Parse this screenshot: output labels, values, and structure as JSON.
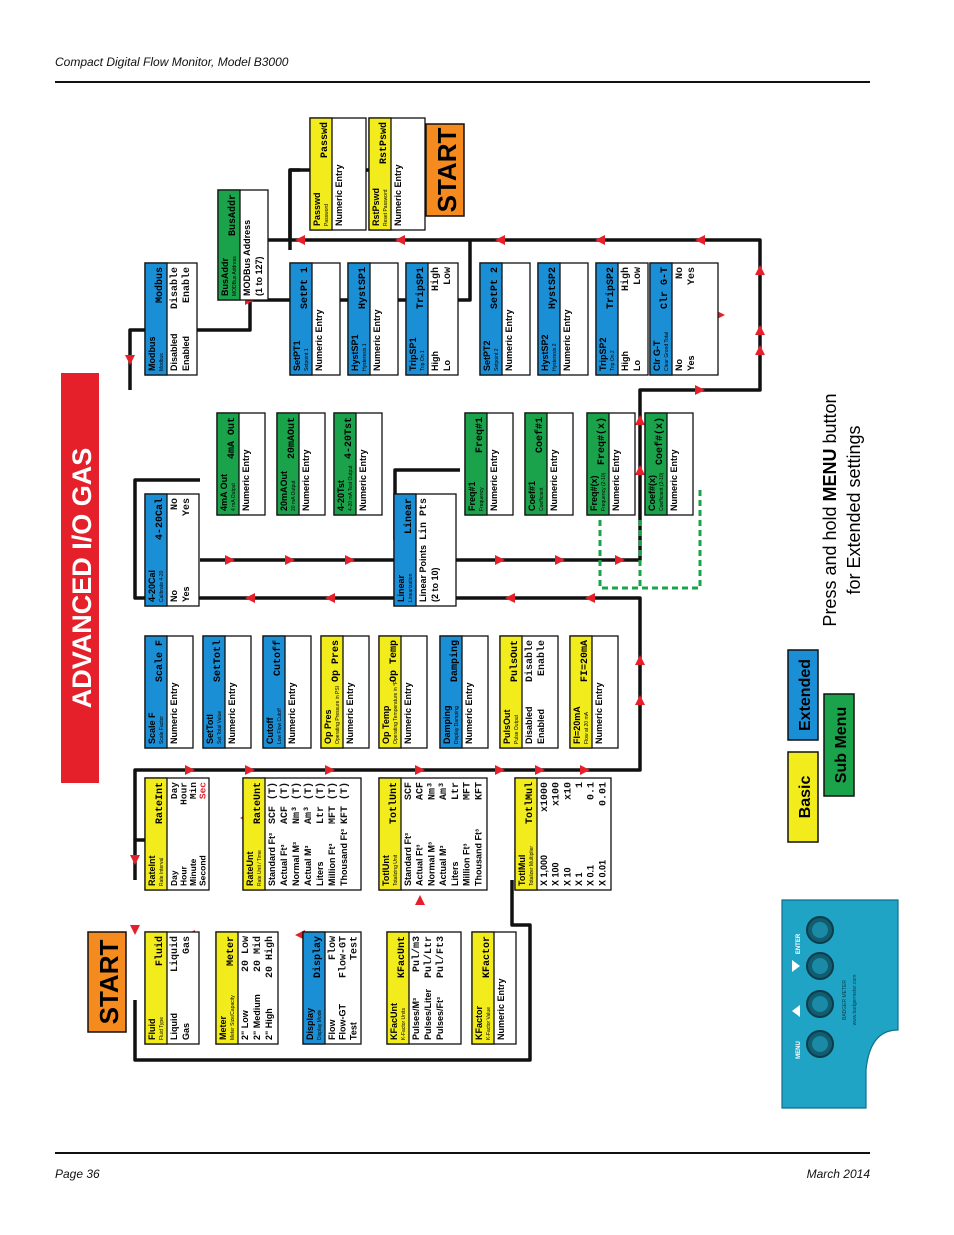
{
  "header": {
    "title": "Compact Digital Flow Monitor, Model B3000"
  },
  "footer": {
    "page": "Page 36",
    "date": "March 2014"
  },
  "banner": {
    "title": "ADVANCED I/O GAS"
  },
  "start_label": "START",
  "instruction": {
    "line1_pre": "Press and hold ",
    "line1_bold": "MENU",
    "line1_post": " button",
    "line2": "for Extended settings"
  },
  "legend": {
    "basic": "Basic",
    "sub_menu": "Sub Menu",
    "extended": "Extended"
  },
  "keypad": {
    "menu": "MENU",
    "enter": "ENTER",
    "brand": "BADGER METER",
    "url": "www.badgermeter.com"
  },
  "colors": {
    "basic": "#f3ec1d",
    "sub_menu": "#1aa34a",
    "extended": "#1b8fd6",
    "banner": "#e5202a",
    "start": "#f58a1f",
    "arrow": "#e5202a",
    "keypad": "#20a4c6"
  },
  "menus": [
    {
      "id": "fluid",
      "name": "Fluid",
      "sub": "Fluid Type",
      "lcd": "Fluid",
      "type": "basic",
      "options": [
        "Liquid",
        "Gas"
      ],
      "lcd_options": [
        "Liquid",
        "Gas"
      ]
    },
    {
      "id": "meter",
      "name": "Meter",
      "sub": "Meter Size/Capacity",
      "lcd": "Meter",
      "type": "basic",
      "options": [
        "2\" Low",
        "2\" Medium",
        "2\" High"
      ],
      "lcd_options": [
        "20 Low",
        "20 Mid",
        "20 High"
      ]
    },
    {
      "id": "display",
      "name": "Display",
      "sub": "Display Mode",
      "lcd": "Display",
      "type": "extended",
      "options": [
        "Flow",
        "Flow-GT",
        "Test"
      ],
      "lcd_options": [
        "Flow",
        "Flow-GT",
        "Test"
      ]
    },
    {
      "id": "kfacunt",
      "name": "KFacUnt",
      "sub": "K-Factor Units",
      "lcd": "KFacUnt",
      "type": "basic",
      "options": [
        "Pulses/M³",
        "Pulses/Liter",
        "Pulses/Ft³"
      ],
      "lcd_options": [
        "Pul/m3",
        "Pul/Ltr",
        "Pul/Ft3"
      ]
    },
    {
      "id": "kfactor",
      "name": "KFactor",
      "sub": "K-Factor Value",
      "lcd": "KFactor",
      "type": "basic",
      "options": [
        "Numeric Entry"
      ],
      "lcd_options": []
    },
    {
      "id": "rateint",
      "name": "RateInt",
      "sub": "Rate Interval",
      "lcd": "RateInt",
      "type": "basic",
      "options": [
        "Day",
        "Hour",
        "Minute",
        "Second"
      ],
      "lcd_options": [
        "Day",
        "Hour",
        "Min",
        "Sec"
      ]
    },
    {
      "id": "rateunt",
      "name": "RateUnt",
      "sub": "Rate Unit / Time",
      "lcd": "RateUnt",
      "type": "basic",
      "options": [
        "Standard Ft³",
        "Actual Ft³",
        "Normal M³",
        "Actual M³",
        "Liters",
        "Million Ft³",
        "Thousand Ft³"
      ],
      "lcd_options": [
        "SCF (T)",
        "ACF (T)",
        "Nm³ (T)",
        "Am³ (T)",
        "Ltr (T)",
        "MFT (T)",
        "KFT (T)"
      ]
    },
    {
      "id": "totlunt",
      "name": "TotlUnt",
      "sub": "Totalizing Unit",
      "lcd": "TotlUnt",
      "type": "basic",
      "options": [
        "Standard Ft³",
        "Actual Ft³",
        "Normal M³",
        "Actual M³",
        "Liters",
        "Million Ft³",
        "Thousand Ft³"
      ],
      "lcd_options": [
        "SCF",
        "ACF",
        "Nm³",
        "Am³",
        "Ltr",
        "MFT",
        "KFT"
      ]
    },
    {
      "id": "totlmul",
      "name": "TotlMul",
      "sub": "Totalizer Multiplier",
      "lcd": "TotlMul",
      "type": "basic",
      "options": [
        "X 1,000",
        "X 100",
        "X 10",
        "X 1",
        "X 0.1",
        "X 0.01"
      ],
      "lcd_options": [
        "x1000",
        "x100",
        "x10",
        "1",
        "0.1",
        "0.01"
      ]
    },
    {
      "id": "scalef",
      "name": "Scale F",
      "sub": "Scale Factor",
      "lcd": "Scale F",
      "type": "extended",
      "options": [
        "Numeric Entry"
      ],
      "lcd_options": []
    },
    {
      "id": "settotl",
      "name": "SetTotl",
      "sub": "Set Total Value",
      "lcd": "SetTotl",
      "type": "extended",
      "options": [
        "Numeric Entry"
      ],
      "lcd_options": []
    },
    {
      "id": "cutoff",
      "name": "Cutoff",
      "sub": "Low Flow Cutoff",
      "lcd": "Cutoff",
      "type": "extended",
      "options": [
        "Numeric Entry"
      ],
      "lcd_options": []
    },
    {
      "id": "oppres",
      "name": "Op Pres",
      "sub": "Operating Pressure in PSI",
      "lcd": "Op Pres",
      "type": "basic",
      "options": [
        "Numeric Entry"
      ],
      "lcd_options": []
    },
    {
      "id": "optemp",
      "name": "Op Temp",
      "sub": "Operating Temperature in °F",
      "lcd": "Op Temp",
      "type": "basic",
      "options": [
        "Numeric Entry"
      ],
      "lcd_options": []
    },
    {
      "id": "damping",
      "name": "Damping",
      "sub": "Display Damping",
      "lcd": "Damping",
      "type": "extended",
      "options": [
        "Numeric Entry"
      ],
      "lcd_options": []
    },
    {
      "id": "pulsout",
      "name": "PulsOut",
      "sub": "Pulse Output",
      "lcd": "PulsOut",
      "type": "basic",
      "options": [
        "Disabled",
        "Enabled"
      ],
      "lcd_options": [
        "Disable",
        "Enable"
      ]
    },
    {
      "id": "fi20ma",
      "name": "FI=20mA",
      "sub": "Flow at 20 mA",
      "lcd": "FI=20mA",
      "type": "basic",
      "options": [
        "Numeric Entry"
      ],
      "lcd_options": []
    },
    {
      "id": "420cal",
      "name": "4-20Cal",
      "sub": "Calibrate 4-20",
      "lcd": "4-20Cal",
      "type": "extended",
      "options": [
        "No",
        "Yes"
      ],
      "lcd_options": [
        "No",
        "Yes"
      ]
    },
    {
      "id": "4maout",
      "name": "4mA Out",
      "sub": "4 mA Output",
      "lcd": "4mA Out",
      "type": "sub",
      "options": [
        "Numeric Entry"
      ],
      "lcd_options": []
    },
    {
      "id": "20maout",
      "name": "20mAOut",
      "sub": "20 mA Output",
      "lcd": "20mAOut",
      "type": "sub",
      "options": [
        "Numeric Entry"
      ],
      "lcd_options": []
    },
    {
      "id": "420tst",
      "name": "4-20Tst",
      "sub": "4-20 mA Test Output",
      "lcd": "4-20Tst",
      "type": "sub",
      "options": [
        "Numeric Entry"
      ],
      "lcd_options": []
    },
    {
      "id": "linear",
      "name": "Linear",
      "sub": "Linearization",
      "lcd": "Linear",
      "type": "extended",
      "options": [
        "Linear Points",
        "(2 to 10)"
      ],
      "lcd_options": [
        "Lin Pts"
      ]
    },
    {
      "id": "freq1",
      "name": "Freq#1",
      "sub": "Frequency",
      "lcd": "Freq#1",
      "type": "sub",
      "options": [
        "Numeric Entry"
      ],
      "lcd_options": []
    },
    {
      "id": "coef1",
      "name": "Coef#1",
      "sub": "Coefficient",
      "lcd": "Coef#1",
      "type": "sub",
      "options": [
        "Numeric Entry"
      ],
      "lcd_options": []
    },
    {
      "id": "freqx",
      "name": "Freq#(x)",
      "sub": "Frequency (2-10)",
      "lcd": "Freq#(x)",
      "type": "sub",
      "options": [
        "Numeric Entry"
      ],
      "lcd_options": []
    },
    {
      "id": "coefx",
      "name": "Coef#(x)",
      "sub": "Coefficient (2-10)",
      "lcd": "Coef#(x)",
      "type": "sub",
      "options": [
        "Numeric Entry"
      ],
      "lcd_options": []
    },
    {
      "id": "modbus",
      "name": "Modbus",
      "sub": "Modbus",
      "lcd": "Modbus",
      "type": "extended",
      "options": [
        "Disabled",
        "Enabled"
      ],
      "lcd_options": [
        "Disable",
        "Enable"
      ]
    },
    {
      "id": "busaddr",
      "name": "BusAddr",
      "sub": "MODBus Address",
      "lcd": "BusAddr",
      "type": "sub",
      "options": [
        "MODBus Address",
        "(1 to 127)"
      ],
      "lcd_options": []
    },
    {
      "id": "setpt1",
      "name": "SetPT1",
      "sub": "Setpoint 1",
      "lcd": "SetPt 1",
      "type": "extended",
      "options": [
        "Numeric Entry"
      ],
      "lcd_options": []
    },
    {
      "id": "hystsp1",
      "name": "HystSP1",
      "sub": "Hysteresis 1",
      "lcd": "HystSP1",
      "type": "extended",
      "options": [
        "Numeric Entry"
      ],
      "lcd_options": []
    },
    {
      "id": "tripsp1",
      "name": "TripSP1",
      "sub": "Trip On 1",
      "lcd": "TripSP1",
      "type": "extended",
      "options": [
        "High",
        "Lo"
      ],
      "lcd_options": [
        "High",
        "Low"
      ]
    },
    {
      "id": "setpt2",
      "name": "SetPT2",
      "sub": "Setpoint 2",
      "lcd": "SetPt 2",
      "type": "extended",
      "options": [
        "Numeric Entry"
      ],
      "lcd_options": []
    },
    {
      "id": "hystsp2",
      "name": "HystSP2",
      "sub": "Hysteresis 2",
      "lcd": "HystSP2",
      "type": "extended",
      "options": [
        "Numeric Entry"
      ],
      "lcd_options": []
    },
    {
      "id": "tripsp2",
      "name": "TripSP2",
      "sub": "Trip On 2",
      "lcd": "TripSP2",
      "type": "extended",
      "options": [
        "High",
        "Lo"
      ],
      "lcd_options": [
        "High",
        "Low"
      ]
    },
    {
      "id": "clrgt",
      "name": "Clr G-T",
      "sub": "Clear Grand Total",
      "lcd": "Clr G-T",
      "type": "extended",
      "options": [
        "No",
        "Yes"
      ],
      "lcd_options": [
        "No",
        "Yes"
      ]
    },
    {
      "id": "passwd",
      "name": "Passwd",
      "sub": "Password",
      "lcd": "Passwd",
      "type": "basic",
      "options": [
        "Numeric Entry"
      ],
      "lcd_options": []
    },
    {
      "id": "rstpswd",
      "name": "RstPswd",
      "sub": "Reset Password",
      "lcd": "RstPswd",
      "type": "basic",
      "options": [
        "Numeric Entry"
      ],
      "lcd_options": []
    }
  ]
}
